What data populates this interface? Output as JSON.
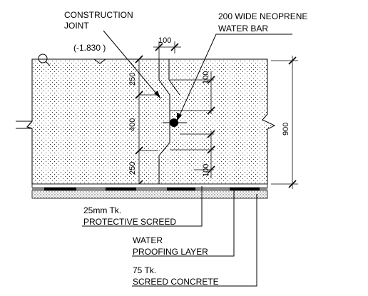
{
  "labels": {
    "construction_joint": [
      "CONSTRUCTION",
      "JOINT"
    ],
    "waterbar": [
      "200 WIDE NEOPRENE",
      "WATER BAR"
    ],
    "level": "(-1.830 )",
    "screed": [
      "25mm Tk.",
      "PROTECTIVE SCREED"
    ],
    "waterproofing": [
      "WATER",
      "PROOFING LAYER"
    ],
    "concrete": [
      "75 Tk.",
      "SCREED CONCRETE"
    ]
  },
  "dimensions": {
    "waterbar_width": "100",
    "total_depth": "900",
    "upper_segment": "250",
    "middle_segment": "400",
    "lower_segment": "250",
    "upper_offset": "100",
    "lower_offset": "100"
  },
  "colors": {
    "line": "#000000",
    "fill_dots": "#000000",
    "membrane": "#000000"
  }
}
